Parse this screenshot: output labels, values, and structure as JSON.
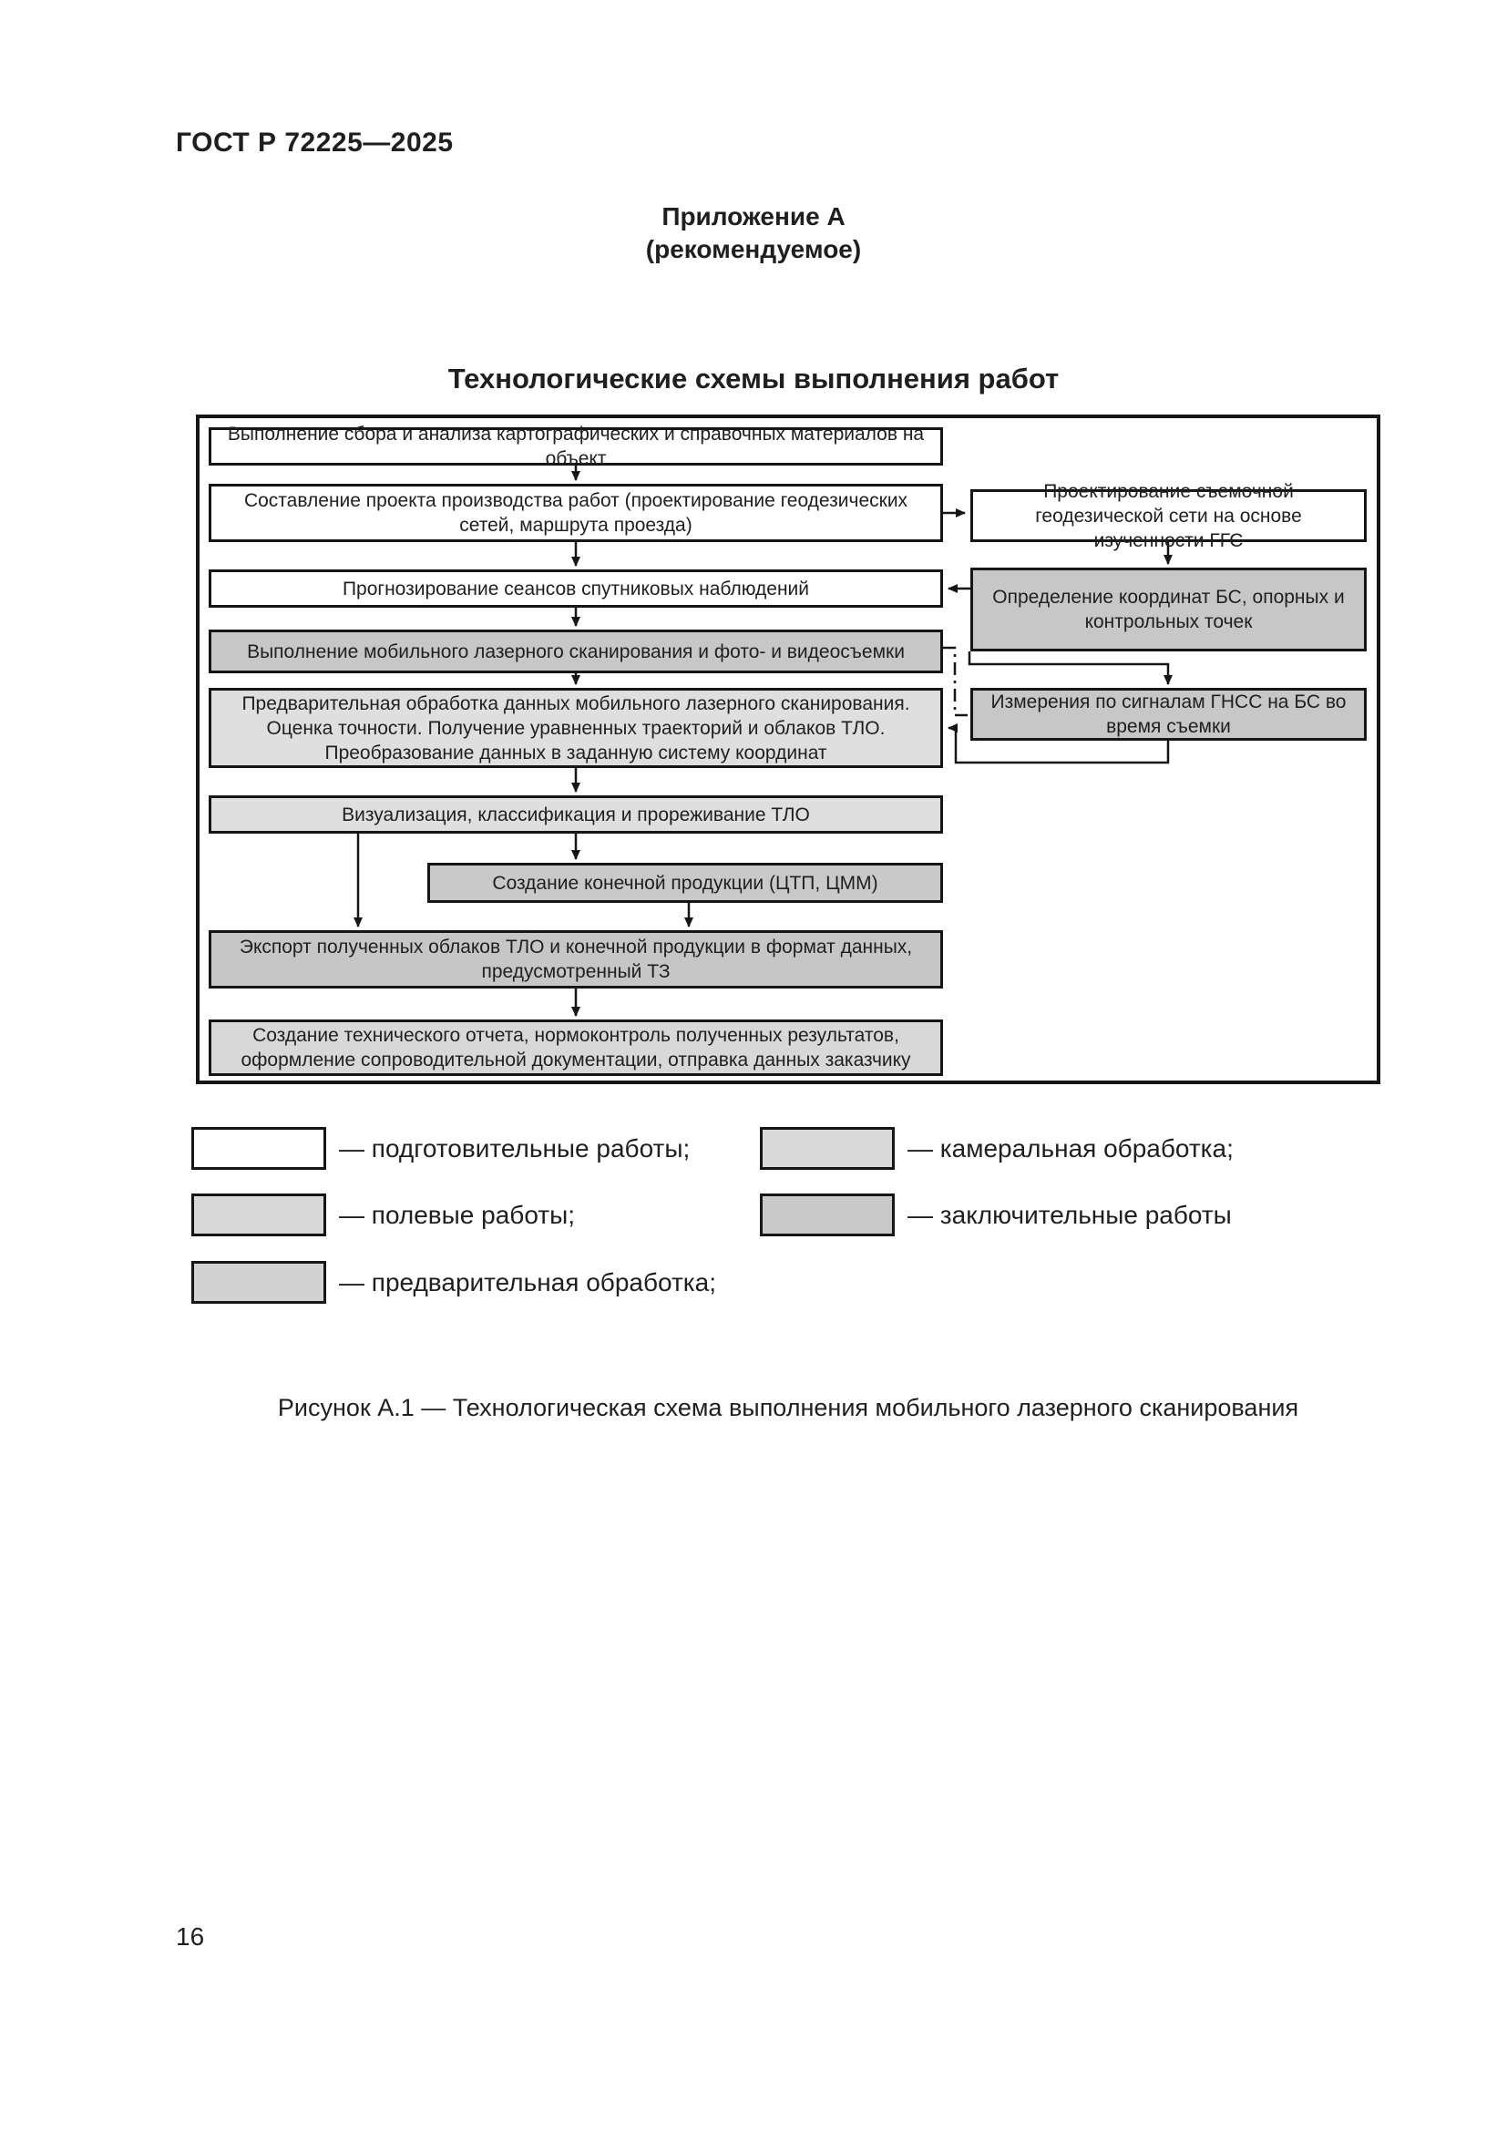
{
  "page": {
    "doc_number": "ГОСТ Р 72225—2025",
    "appendix_label": "Приложение А",
    "appendix_note": "(рекомендуемое)",
    "section_title": "Технологические схемы выполнения работ",
    "figure_caption": "Рисунок А.1 — Технологическая схема выполнения мобильного лазерного сканирования",
    "page_number": "16"
  },
  "colors": {
    "border": "#161616",
    "preparatory": "#ffffff",
    "field": "#c7c7c7",
    "preprocessing": "#dfdfdf",
    "office": "#c9c9c9",
    "final": "#c6c6c6",
    "final_light": "#d8d8d8",
    "legend_field": "#d8d8d8",
    "legend_preprocessing": "#d2d2d2",
    "legend_office": "#d9d9d9",
    "legend_final": "#c9c9c9"
  },
  "flowchart": {
    "boxes": {
      "collect": "Выполнение сбора и анализа картографических и справочных материалов на объект",
      "project": "Составление проекта производства работ (проектирование геодезических сетей, маршрута проезда)",
      "forecast": "Прогнозирование сеансов спутниковых наблюдений",
      "scanning": "Выполнение мобильного лазерного сканирования и фото- и видеосъемки",
      "preprocessing": "Предварительная обработка данных мобильного лазерного сканирования. Оценка точности. Получение уравненных траекторий и облаков ТЛО. Преобразование данных в заданную систему координат",
      "visualization": "Визуализация, классификация и прореживание ТЛО",
      "production": "Создание конечной продукции (ЦТП, ЦММ)",
      "export": "Экспорт полученных облаков ТЛО и конечной продукции в формат данных, предусмотренный ТЗ",
      "report": "Создание технического отчета, нормоконтроль полученных результатов, оформление сопроводительной документации, отправка данных заказчику",
      "survey_net": "Проектирование съемочной геодезической сети на основе изученности ГГС",
      "coords": "Определение координат БС, опорных и контрольных точек",
      "gnss": "Измерения по сигналам ГНСС на БС во время съемки"
    }
  },
  "legend": {
    "preparatory": "— подготовительные работы;",
    "field": "— полевые работы;",
    "preprocessing": "— предварительная обработка;",
    "office": "— камеральная обработка;",
    "final": "— заключительные работы"
  }
}
